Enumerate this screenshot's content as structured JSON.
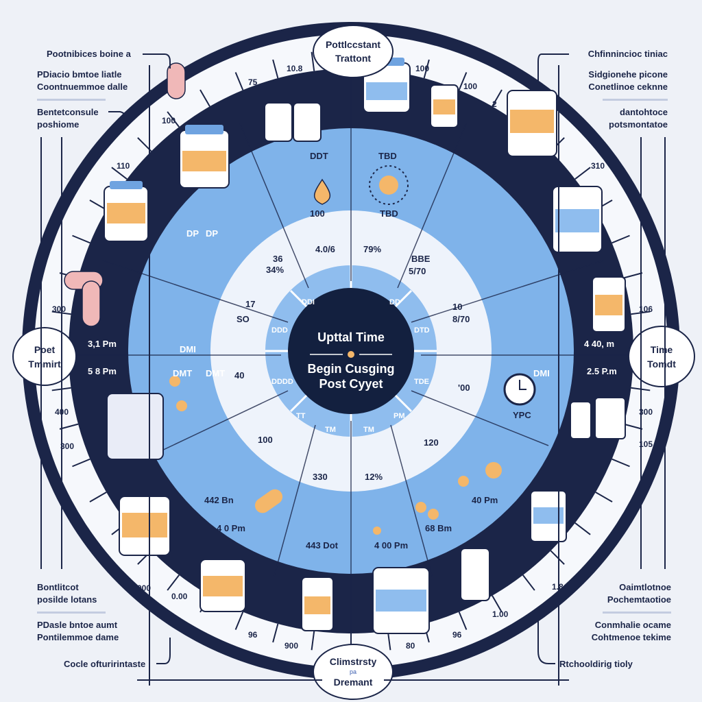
{
  "center": {
    "line1": "Upttal Time",
    "line2": "Begin Cusging",
    "line3": "Post Cyyet"
  },
  "bubbles": {
    "top": {
      "line1": "Pottlccstant",
      "line2": "Trattont"
    },
    "bottom": {
      "line1": "Climstrsty",
      "line2": "pa",
      "line3": "Dremant"
    },
    "left": {
      "line1": "Poet",
      "line2": "Tmmirt"
    },
    "right": {
      "line1": "Time",
      "line2": "Tomdt"
    }
  },
  "side_left_top": {
    "callout": "Pootnibices boine a",
    "para1a": "PDiacio bmtoe liatle",
    "para1b": "Coontnuemmoe dalle",
    "para2a": "Bentetconsule",
    "para2b": "poshiome"
  },
  "side_right_top": {
    "callout": "Chfinnincioc tiniac",
    "para1a": "Sidgionehe picone",
    "para1b": "Conetlinoe ceknne",
    "para2a": "dantohtoce",
    "para2b": "potsmontatoe"
  },
  "side_left_bottom": {
    "para1a": "Bontlitcot",
    "para1b": "posilde lotans",
    "para2a": "PDasle bntoe aumt",
    "para2b": "Pontilemmoe dame",
    "callout": "Cocle ofturirintaste"
  },
  "side_right_bottom": {
    "para1a": "Oaimtlotnoe",
    "para1b": "Pochemtaotioe",
    "para2a": "Conmhalie ocame",
    "para2b": "Cohtmenoe tekime",
    "callout": "Rtchooldirig tioly"
  },
  "ring_ticks": [
    "10.8",
    "75",
    "100",
    "110",
    "300",
    "400",
    "300",
    "900",
    "0.00",
    "96",
    "900",
    "80",
    "96",
    "1.00",
    "1.84",
    "105",
    "300",
    "106",
    "310",
    "2",
    "100",
    "100"
  ],
  "times": [
    "3,1 Pm",
    "5 8 Pm",
    "4 40, m",
    "2.5 P.m",
    "4 0 Pm",
    "442 Bn",
    "443 Dot",
    "4 00 Pm",
    "68 Bm",
    "40 Pm"
  ],
  "inner_labels": [
    "DDT",
    "TBD",
    "100",
    "TBD",
    "36",
    "34%",
    "4.0/6",
    "79%",
    "BBE",
    "5/70",
    "17",
    "SO",
    "10",
    "8/70",
    "40",
    "100",
    "330",
    "12%",
    "120",
    "'00",
    "YPC",
    "DP",
    "DP",
    "DMI",
    "DMT",
    "DMT",
    "DMI"
  ],
  "segments": [
    "DDI",
    "DD",
    "DTD",
    "TDE",
    "DDD",
    "DDDD",
    "TT",
    "TM",
    "PM",
    "TM"
  ],
  "colors": {
    "navy": "#1b2548",
    "blue": "#7fb3ea",
    "light": "#eef3fb",
    "orange": "#f4b76a"
  }
}
